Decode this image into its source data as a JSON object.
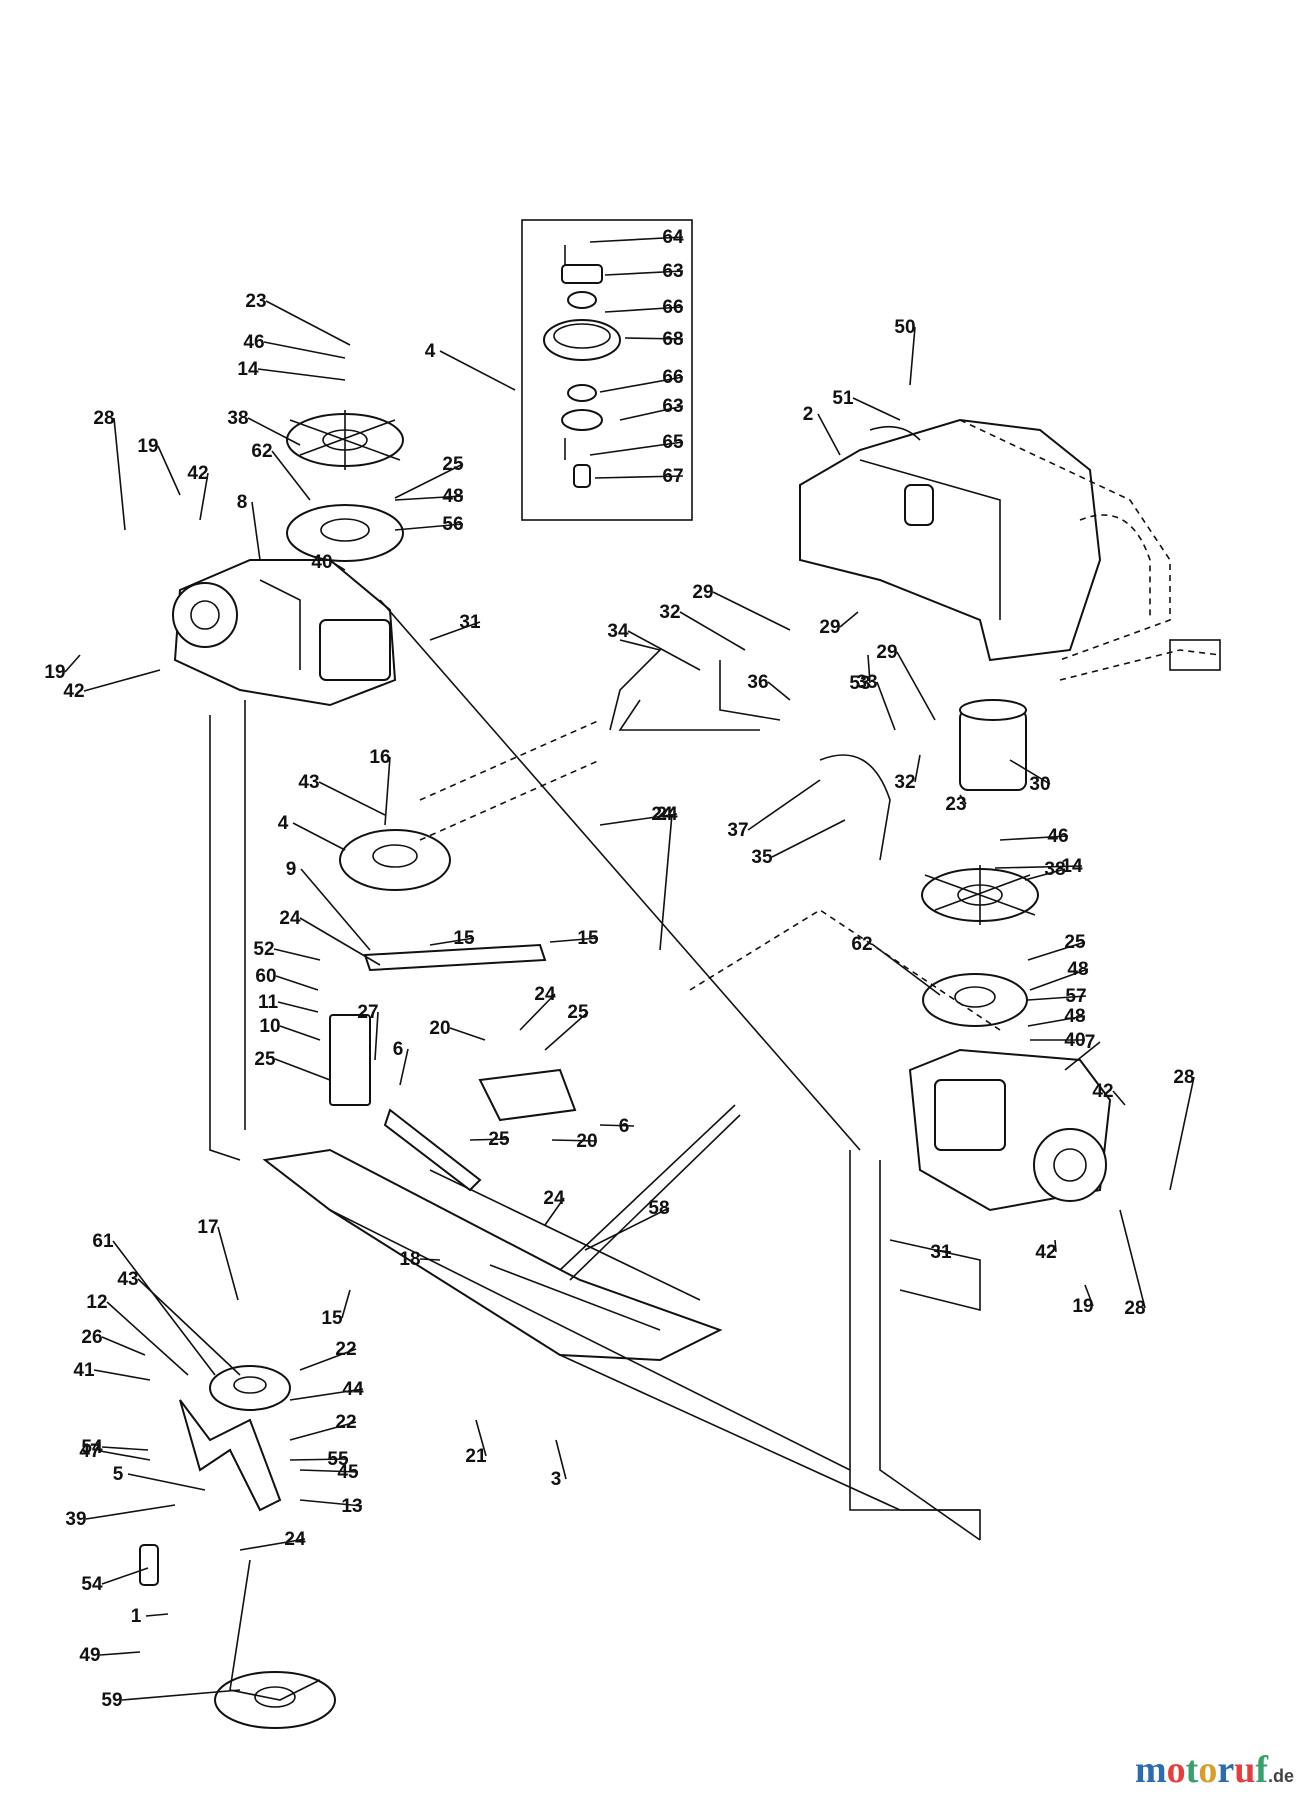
{
  "labels": [
    "1",
    "2",
    "3",
    "4",
    "4",
    "5",
    "6",
    "6",
    "7",
    "8",
    "9",
    "10",
    "11",
    "12",
    "13",
    "14",
    "14",
    "15",
    "15",
    "15",
    "16",
    "17",
    "18",
    "19",
    "19",
    "19",
    "20",
    "20",
    "21",
    "22",
    "22",
    "23",
    "23",
    "24",
    "24",
    "24",
    "24",
    "24",
    "24",
    "25",
    "25",
    "25",
    "25",
    "25",
    "26",
    "27",
    "28",
    "28",
    "28",
    "29",
    "29",
    "29",
    "30",
    "31",
    "31",
    "32",
    "32",
    "33",
    "34",
    "35",
    "36",
    "37",
    "38",
    "38",
    "39",
    "40",
    "40",
    "41",
    "42",
    "42",
    "42",
    "42",
    "43",
    "43",
    "44",
    "45",
    "46",
    "46",
    "47",
    "48",
    "48",
    "48",
    "49",
    "50",
    "51",
    "52",
    "53",
    "54",
    "54",
    "55",
    "56",
    "57",
    "58",
    "59",
    "60",
    "61",
    "62",
    "62",
    "63",
    "63",
    "64",
    "65",
    "66",
    "66",
    "67",
    "68"
  ],
  "brand": {
    "letters": [
      "m",
      "o",
      "t",
      "o",
      "r",
      "u",
      "f"
    ],
    "colors": [
      "#2b6cb0",
      "#e53e3e",
      "#38a169",
      "#d69e2e",
      "#2b6cb0",
      "#e53e3e",
      "#38a169"
    ],
    "tld": ".de"
  }
}
